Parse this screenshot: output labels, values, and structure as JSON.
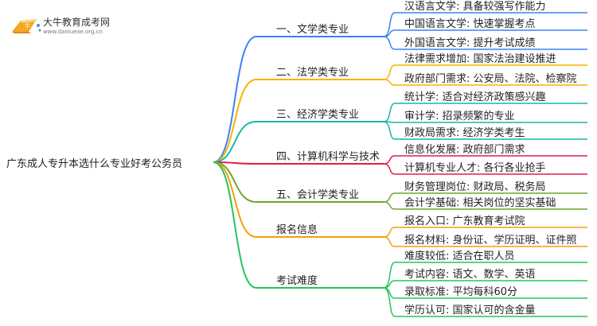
{
  "logo": {
    "title": "大牛教育成考网",
    "url": "www.daniuexe.org.cn",
    "icon": "book-icon"
  },
  "root": {
    "label": "广东成人专升本选什么专业好考公务员"
  },
  "branches": [
    {
      "label": "一、文学类专业",
      "color": "#3b82f6",
      "children": [
        "汉语言文学: 具备较强写作能力",
        "中国语言文学: 快速掌握考点",
        "外国语言文学: 提升考试成绩"
      ]
    },
    {
      "label": "二、法学类专业",
      "color": "#f5b400",
      "children": [
        "法律需求增加: 国家法治建设推进",
        "政府部门需求: 公安局、法院、检察院"
      ]
    },
    {
      "label": "三、经济学类专业",
      "color": "#14b8a6",
      "children": [
        "统计学: 适合对经济政策感兴趣",
        "审计学: 招录频繁的专业",
        "财政局需求: 经济学类考生"
      ]
    },
    {
      "label": "四、计算机科学与技术",
      "color": "#e11d48",
      "children": [
        "信息化发展: 政府部门需求",
        "计算机专业人才: 各行各业抢手"
      ]
    },
    {
      "label": "五、会计学类专业",
      "color": "#6fa62f",
      "children": [
        "财务管理岗位: 财政局、税务局",
        "会计学基础: 相关岗位的坚实基础"
      ]
    },
    {
      "label": "报名信息",
      "color": "#f59e0b",
      "children": [
        "报名入口: 广东教育考试院",
        "报名材料: 身份证、学历证明、证件照"
      ]
    },
    {
      "label": "考试难度",
      "color": "#22c55e",
      "children": [
        "难度较低: 适合在职人员",
        "考试内容: 语文、数学、英语",
        "录取标准: 平均每科60分",
        "学历认可: 国家认可的含金量"
      ]
    }
  ]
}
